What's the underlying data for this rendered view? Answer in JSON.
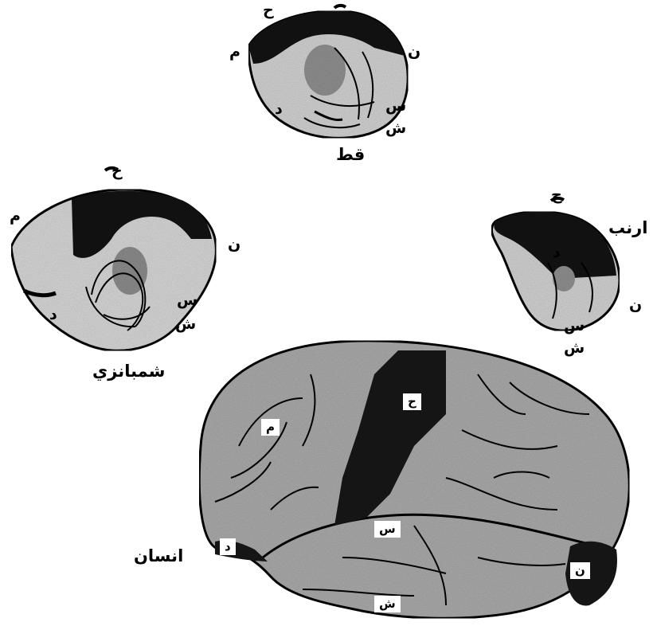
{
  "figure": {
    "cat": {
      "name": "قط",
      "labels": {
        "h": "ح",
        "m": "م",
        "n": "ن",
        "s": "س",
        "d": "د",
        "sh": "ش"
      }
    },
    "chimp": {
      "name": "شمبانزي",
      "labels": {
        "h": "ح",
        "m": "م",
        "n": "ن",
        "s": "س",
        "d": "د",
        "sh": "ش"
      }
    },
    "rabbit": {
      "name": "ارنب",
      "labels": {
        "h": "ح",
        "n": "ن",
        "s": "س",
        "d": "د",
        "sh": "ش"
      }
    },
    "human": {
      "name": "انسان",
      "labels": {
        "h": "ح",
        "m": "م",
        "n": "ن",
        "s": "س",
        "d": "د",
        "sh": "ش"
      }
    }
  },
  "colors": {
    "ink": "#000000",
    "cortex": "#a9a9a9",
    "light": "#d2d2d2",
    "paper": "#ffffff"
  }
}
